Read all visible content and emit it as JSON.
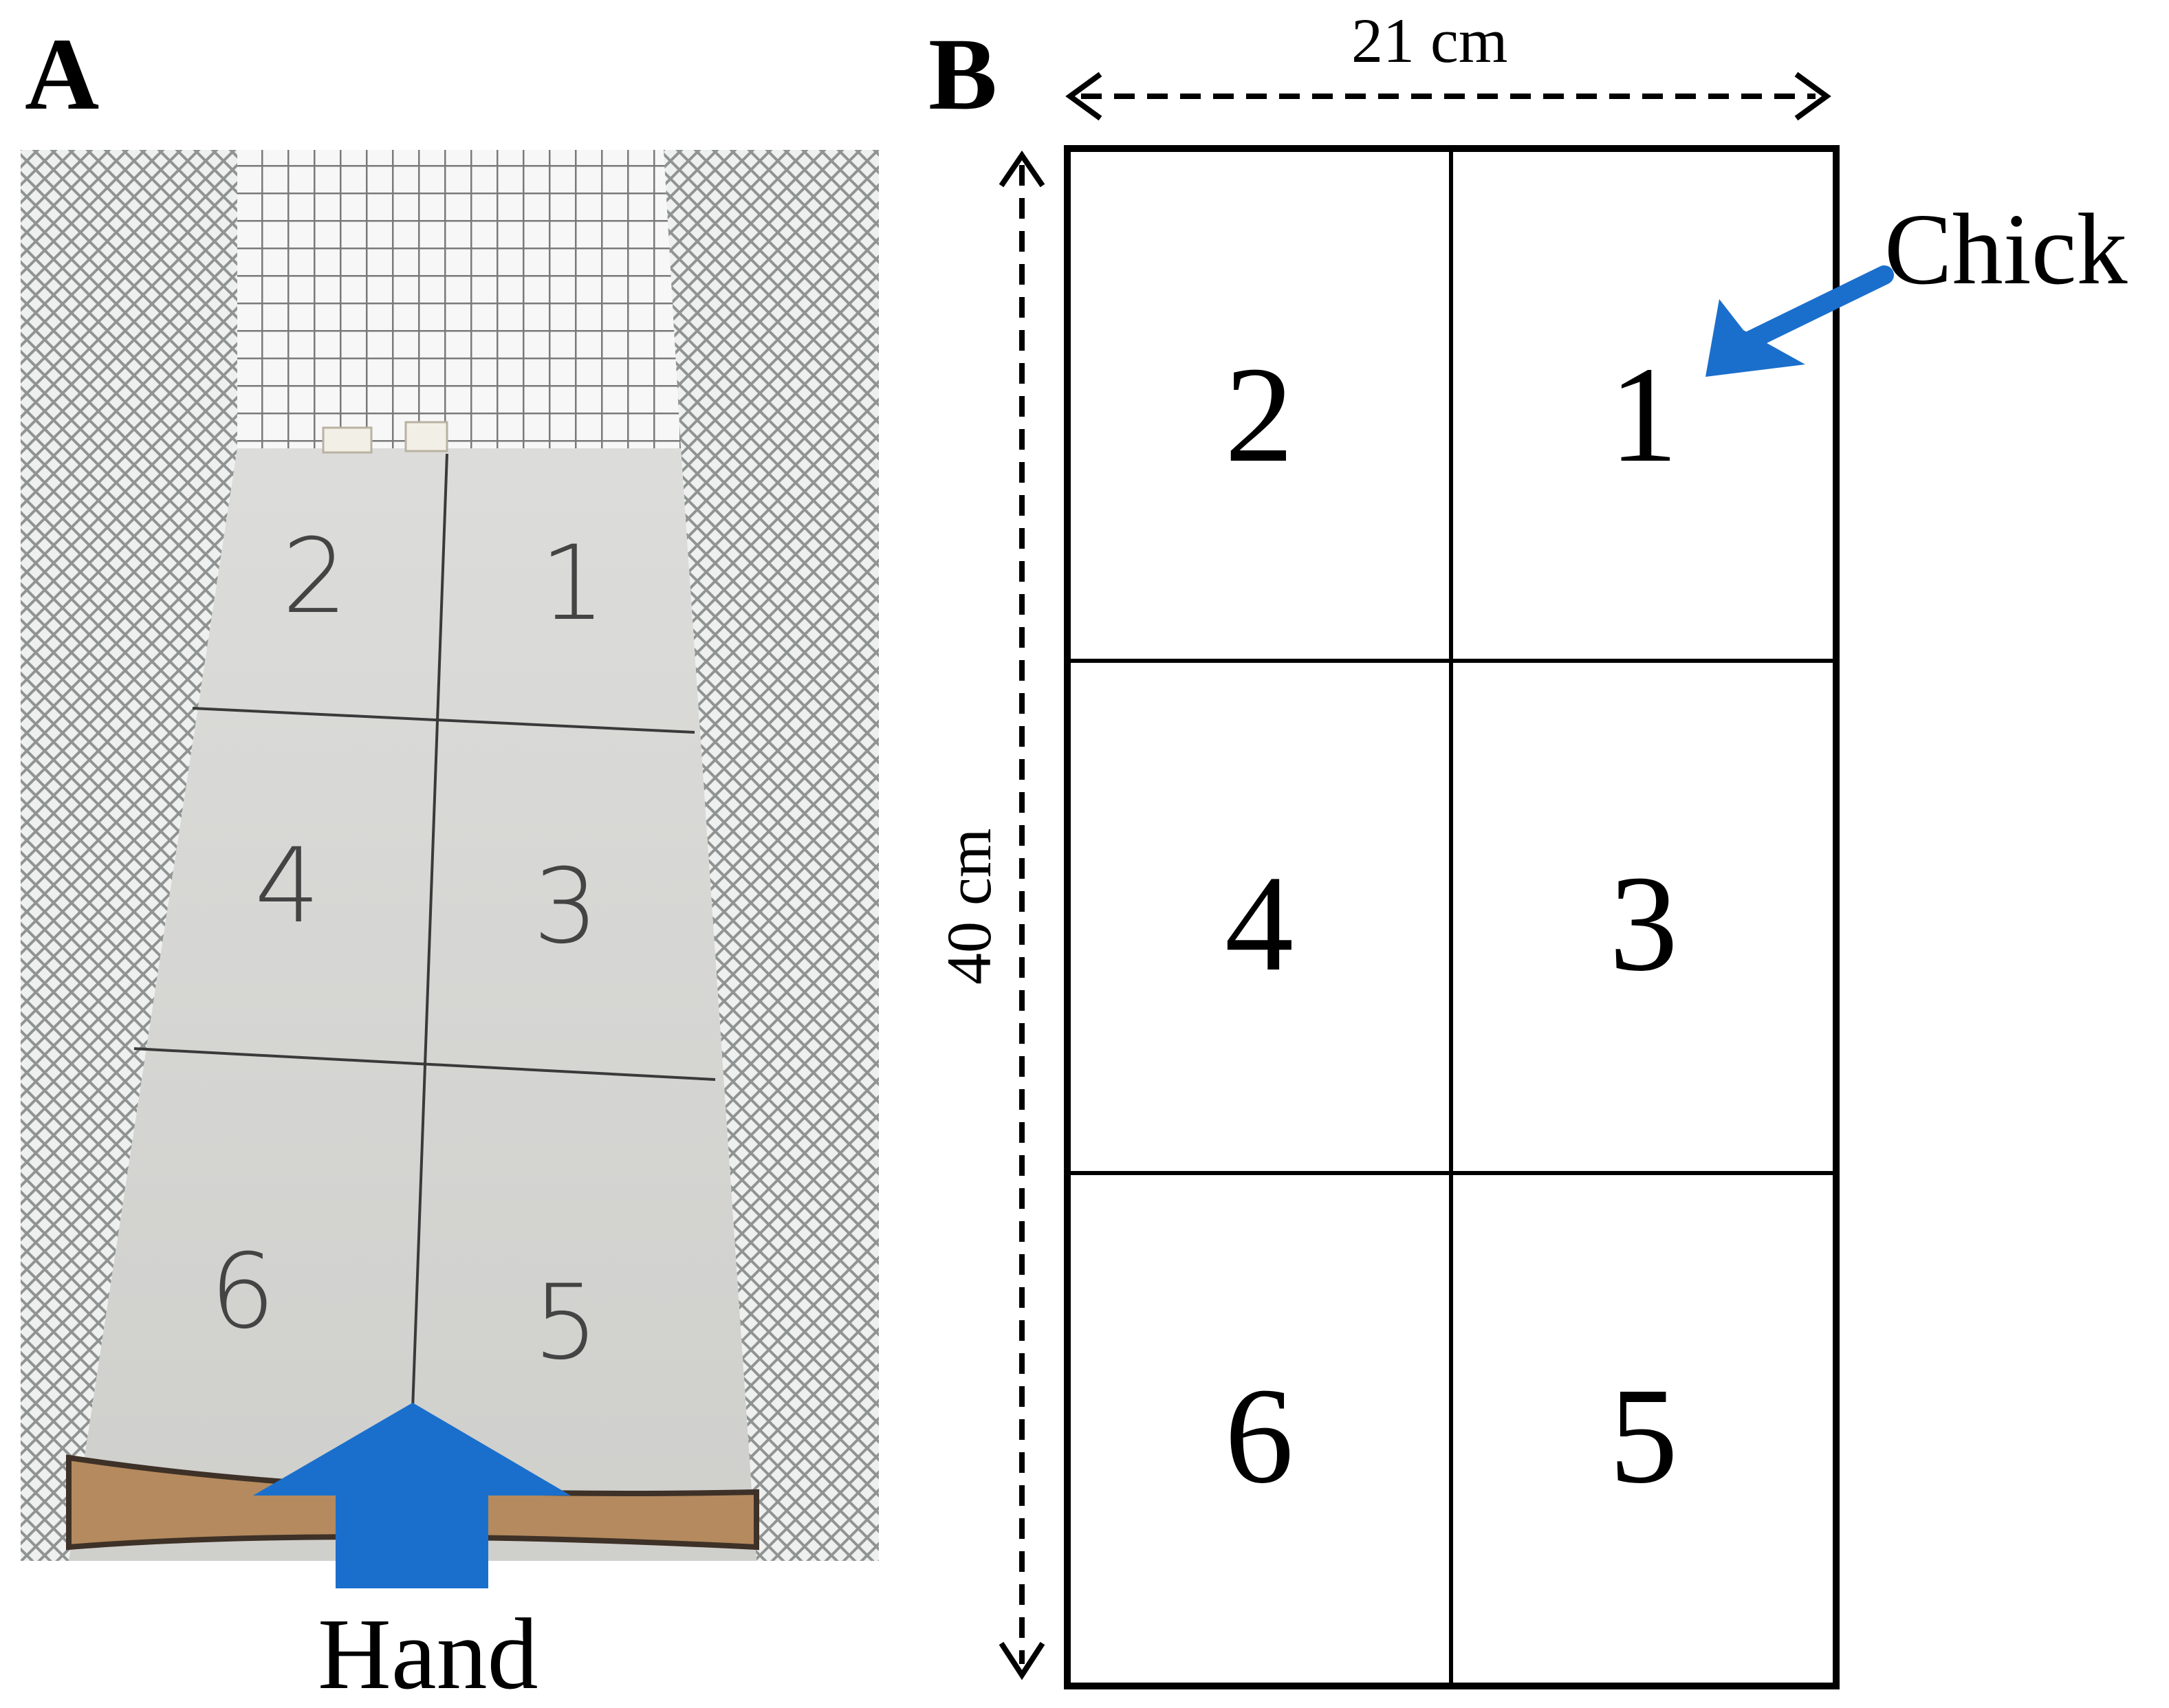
{
  "panels": {
    "a": {
      "letter": "A"
    },
    "b": {
      "letter": "B"
    }
  },
  "photo": {
    "floor_numbers": [
      "2",
      "1",
      "4",
      "3",
      "6",
      "5"
    ]
  },
  "annotations": {
    "hand_label": "Hand",
    "chick_label": "Chick",
    "width_label": "21 cm",
    "height_label": "40 cm"
  },
  "grid": {
    "cells": [
      "2",
      "1",
      "4",
      "3",
      "6",
      "5"
    ]
  },
  "colors": {
    "arrow": "#1B6FCC",
    "line": "#000000",
    "floor": "#D4D4D0",
    "mesh": "#8E8E8E"
  }
}
